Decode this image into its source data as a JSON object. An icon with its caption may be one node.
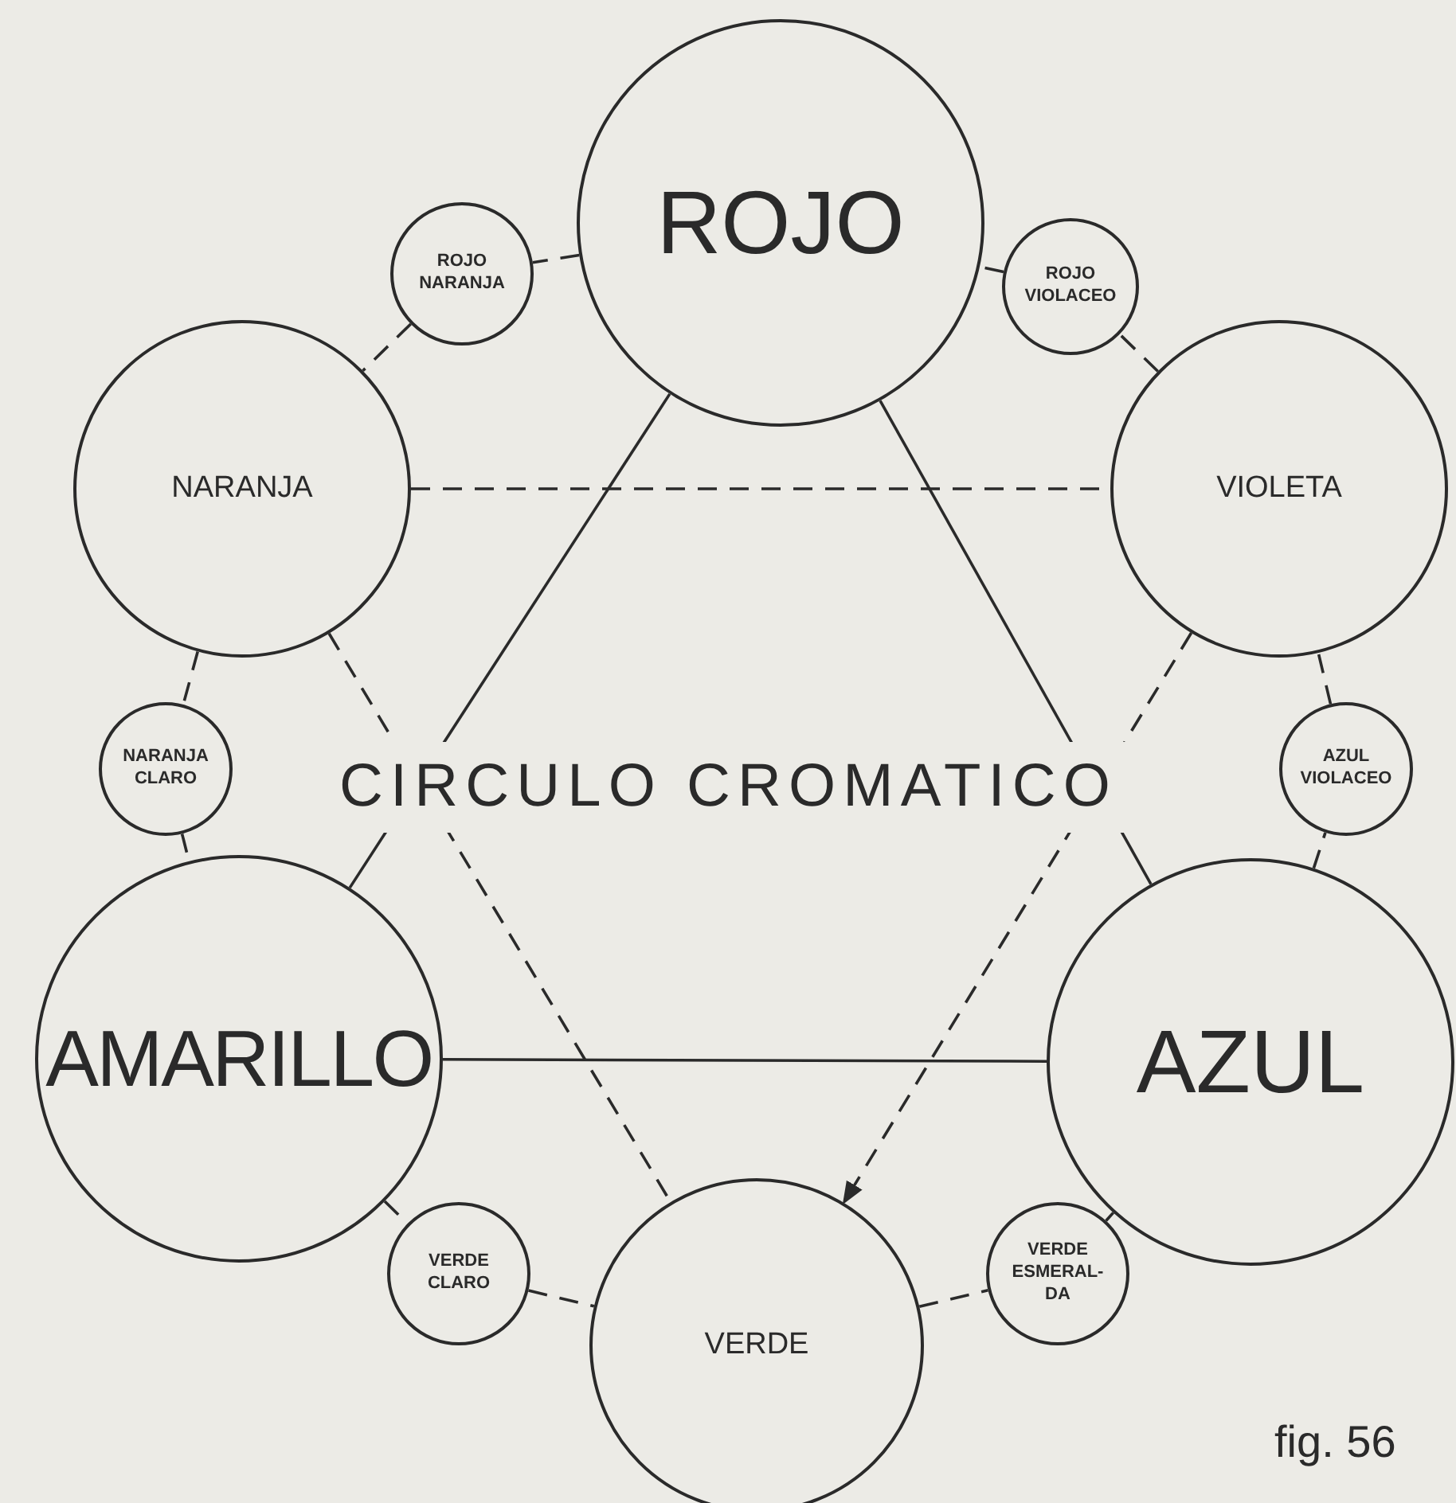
{
  "diagram": {
    "title": "CIRCULO CROMATICO",
    "caption": "fig. 56",
    "nodes": [
      {
        "text": [
          "ROJO"
        ]
      },
      {
        "text": [
          "ROJO NARANJA"
        ]
      },
      {
        "text": [
          "ROJO VIOLACEO"
        ]
      },
      {
        "text": [
          "NARANJA"
        ]
      },
      {
        "text": [
          "VIOLETA"
        ]
      },
      {
        "text": [
          "NARANJA CLARO"
        ]
      },
      {
        "text": [
          "AZUL VIOLACEO"
        ]
      },
      {
        "text": [
          "AMARILLO"
        ]
      },
      {
        "text": [
          "AZUL"
        ]
      },
      {
        "text": [
          "VERDE CLARO"
        ]
      },
      {
        "text": [
          "VERDE ESMERAL-DA"
        ]
      },
      {
        "text": [
          "VERDE"
        ]
      }
    ],
    "edges": [
      {
        "from": 0,
        "to": 7,
        "arrow": "none"
      },
      {
        "from": 0,
        "to": 8,
        "arrow": "none"
      },
      {
        "from": 7,
        "to": 8,
        "arrow": "none"
      },
      {
        "from": 3,
        "to": 4,
        "arrow": "none",
        "style": "dashed"
      },
      {
        "from": 3,
        "to": 11,
        "arrow": "none",
        "style": "dashed"
      },
      {
        "from": 4,
        "to": 11,
        "arrow": "to",
        "style": "dashed"
      },
      {
        "from": 0,
        "to": 1,
        "arrow": "none",
        "style": "dashed"
      },
      {
        "from": 1,
        "to": 3,
        "arrow": "none",
        "style": "dashed"
      },
      {
        "from": 3,
        "to": 5,
        "arrow": "none",
        "style": "dashed"
      },
      {
        "from": 5,
        "to": 7,
        "arrow": "none",
        "style": "dashed"
      },
      {
        "from": 7,
        "to": 9,
        "arrow": "none",
        "style": "dashed"
      },
      {
        "from": 9,
        "to": 11,
        "arrow": "none",
        "style": "dashed"
      },
      {
        "from": 11,
        "to": 10,
        "arrow": "none",
        "style": "dashed"
      },
      {
        "from": 10,
        "to": 8,
        "arrow": "none",
        "style": "dashed"
      },
      {
        "from": 8,
        "to": 6,
        "arrow": "none",
        "style": "dashed"
      },
      {
        "from": 6,
        "to": 4,
        "arrow": "none",
        "style": "dashed"
      },
      {
        "from": 4,
        "to": 2,
        "arrow": "none",
        "style": "dashed"
      },
      {
        "from": 2,
        "to": 0,
        "arrow": "none",
        "style": "dashed"
      }
    ]
  }
}
